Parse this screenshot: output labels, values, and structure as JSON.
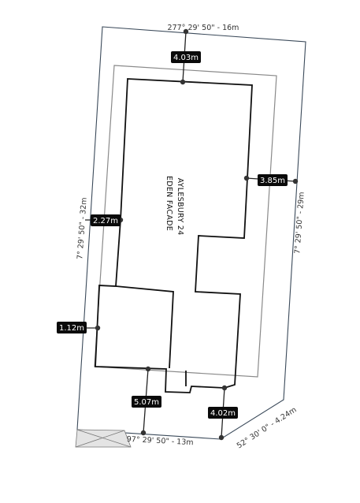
{
  "house": {
    "name": "AYLESBURY 24",
    "facade": "EDEN FACADE"
  },
  "boundaries": {
    "top": "277° 29' 50\" - 16m",
    "right": "7° 29' 50\" - 29m",
    "left": "7° 29' 50\" - 32m",
    "bottom": "97° 29' 50\" - 13m",
    "corner": "52° 30' 0\" - 4.24m"
  },
  "setbacks": {
    "top": "4.03m",
    "right": "3.85m",
    "left_upper": "2.27m",
    "left_lower": "1.12m",
    "bottom_left": "5.07m",
    "bottom_right": "4.02m"
  },
  "colors": {
    "tag_background": "#0a0a0a",
    "tag_text": "#ffffff",
    "house_outline": "#111111",
    "lot_outline": "#3b4a5a",
    "setback_outline": "#8a8a8a"
  }
}
